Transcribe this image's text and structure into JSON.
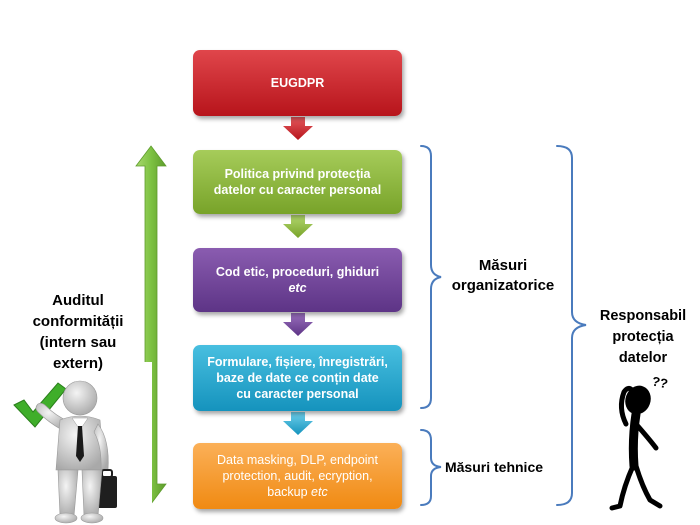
{
  "boxes": {
    "eugdpr": {
      "line1": "EUGDPR"
    },
    "policy": {
      "line1": "Politica  privind  protecția",
      "line2": "datelor cu caracter personal"
    },
    "code": {
      "line1": "Cod  etic,  proceduri,  ghiduri",
      "line2": "etc"
    },
    "forms": {
      "line1": "Formulare,  fișiere, înregistrări,",
      "line2": "baze de date  ce conțin date",
      "line3": "cu caracter personal"
    },
    "technical": {
      "line1": "Data masking, DLP, endpoint",
      "line2": "protection,  audit,  ecryption,",
      "line3_text": "backup ",
      "line3_italic": "etc"
    }
  },
  "labels": {
    "organizational": {
      "line1": "Măsuri",
      "line2": "organizatorice"
    },
    "technical": {
      "line1": "Măsuri tehnice"
    },
    "audit": {
      "line1": "Auditul",
      "line2": "conformității",
      "line3": "(intern sau",
      "line4": "extern)"
    },
    "responsible": {
      "line1": "Responsabil",
      "line2": "protecția",
      "line3": "datelor"
    }
  },
  "figures": {
    "left": "businessman-with-checkmark",
    "right": "confused-stick-figure",
    "question_marks": "??"
  },
  "colors": {
    "red": "#c8242a",
    "green": "#8cb843",
    "purple": "#73479c",
    "cyan": "#2eaad3",
    "orange": "#f59b2f",
    "brace": "#4a7bbd",
    "arrow_green": "#7dc242"
  }
}
